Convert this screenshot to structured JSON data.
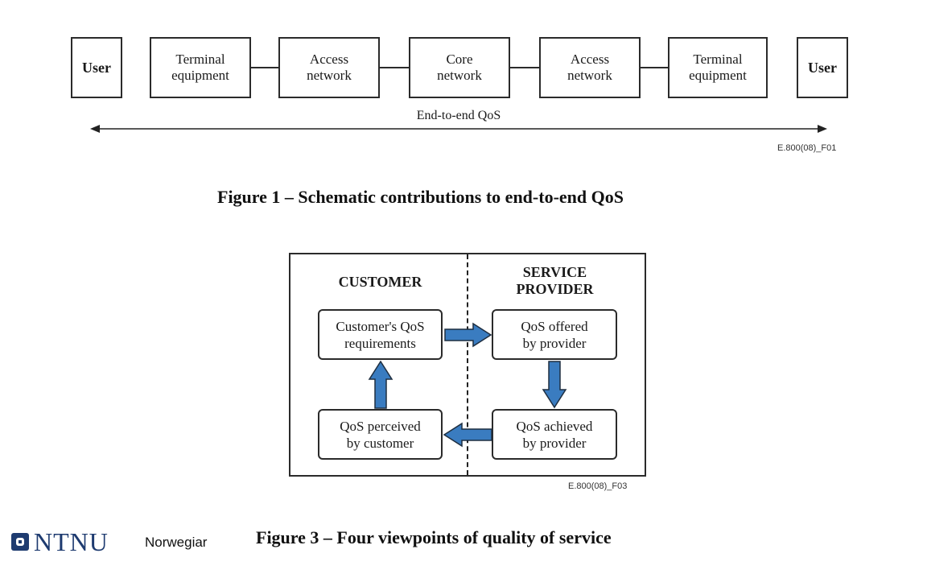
{
  "figure1": {
    "nodes": [
      {
        "id": "user-left",
        "label": "User"
      },
      {
        "id": "terminal-left",
        "label": "Terminal\nequipment"
      },
      {
        "id": "access-left",
        "label": "Access\nnetwork"
      },
      {
        "id": "core",
        "label": "Core\nnetwork"
      },
      {
        "id": "access-right",
        "label": "Access\nnetwork"
      },
      {
        "id": "terminal-right",
        "label": "Terminal\nequipment"
      },
      {
        "id": "user-right",
        "label": "User"
      }
    ],
    "arrow_label": "End-to-end QoS",
    "code": "E.800(08)_F01",
    "caption": "Figure 1 – Schematic contributions to end-to-end QoS"
  },
  "figure3": {
    "left_heading": "CUSTOMER",
    "right_heading": "SERVICE\nPROVIDER",
    "boxes": {
      "requirements": "Customer's QoS\nrequirements",
      "offered": "QoS offered\nby provider",
      "achieved": "QoS achieved\nby provider",
      "perceived": "QoS perceived\nby customer"
    },
    "arrow_color": "#3a7cc0",
    "code": "E.800(08)_F03",
    "caption": "Figure 3 – Four viewpoints of quality of service"
  },
  "footer": {
    "logo": "NTNU",
    "text": "Norwegiar"
  }
}
